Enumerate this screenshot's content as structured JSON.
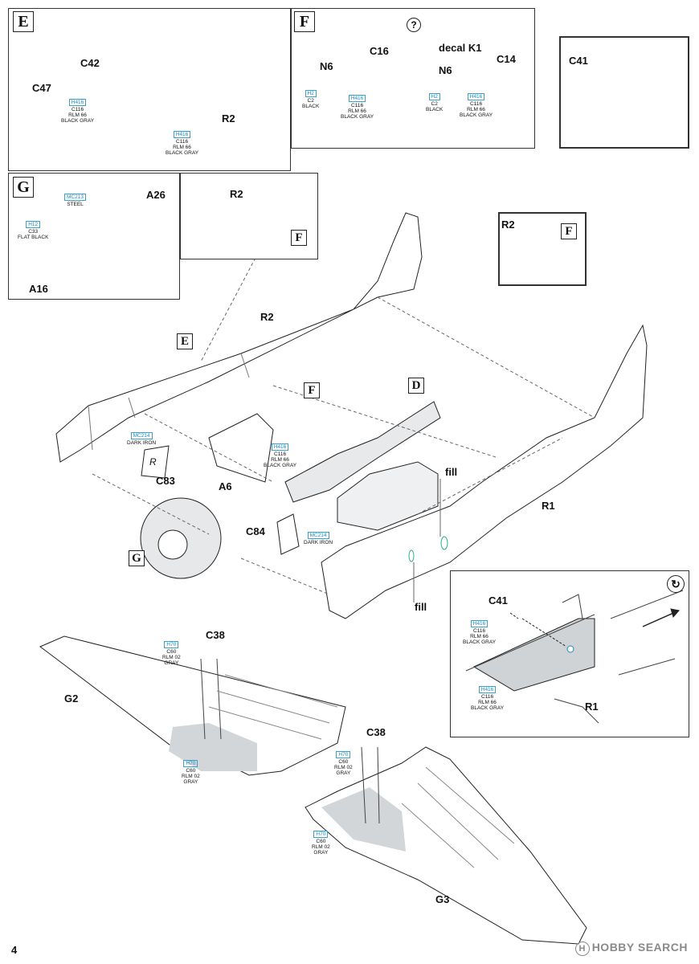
{
  "page_number": "4",
  "rotate_symbol": "↻",
  "question_symbol": "?",
  "footer": {
    "logo_text": "HOBBY SEARCH",
    "logo_letter": "H"
  },
  "steps": {
    "E": "E",
    "F": "F",
    "G": "G",
    "D": "D"
  },
  "parts": {
    "C42": "C42",
    "C47": "C47",
    "R2": "R2",
    "N6": "N6",
    "C16": "C16",
    "decal_K1": "decal K1",
    "C14": "C14",
    "C41": "C41",
    "A26": "A26",
    "A16": "A16",
    "C83": "C83",
    "A6": "A6",
    "C84": "C84",
    "R1": "R1",
    "C38": "C38",
    "G2": "G2",
    "G3": "G3",
    "fill": "fill",
    "R_letter": "R"
  },
  "paints": {
    "H416": "H416",
    "C116": "C116",
    "RLM66": "RLM 66",
    "BLACK_GRAY": "BLACK GRAY",
    "H2": "H2",
    "C2": "C2",
    "BLACK": "BLACK",
    "MC213": "MC213",
    "STEEL": "STEEL",
    "H12": "H12",
    "C33": "C33",
    "FLAT_BLACK": "FLAT BLACK",
    "MC214": "MC214",
    "DARK_IRON": "DARK IRON",
    "H70": "H70",
    "C60": "C60",
    "RLM02": "RLM 02",
    "GRAY": "GRAY"
  },
  "colors": {
    "accent_blue": "#1a8ac4",
    "shade_gray": "#cfd3d6",
    "line": "#222222"
  }
}
